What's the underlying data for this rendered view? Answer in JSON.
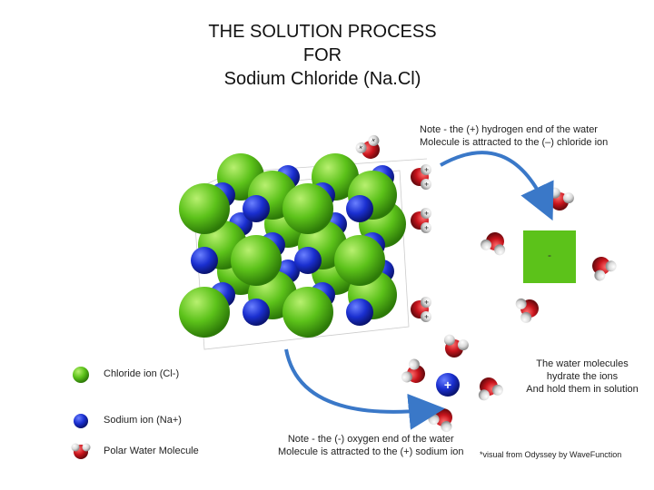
{
  "title": {
    "line1": "THE SOLUTION PROCESS",
    "line2": "FOR",
    "line3": "Sodium Chloride (Na.Cl)"
  },
  "notes": {
    "top_line1": "Note - the (+) hydrogen end of the water",
    "top_line2": "Molecule is attracted to the (–) chloride ion",
    "bottom_line1": "Note - the (-) oxygen end of the water",
    "bottom_line2": "Molecule is attracted to the (+) sodium ion",
    "hydrate_line1": "The water molecules",
    "hydrate_line2": "hydrate the ions",
    "hydrate_line3": "And hold them in solution",
    "credit": "*visual from Odyssey by WaveFunction"
  },
  "legend": {
    "chloride": "Chloride ion (Cl-)",
    "sodium": "Sodium ion (Na+)",
    "water": "Polar Water Molecule"
  },
  "ion_labels": {
    "plus": "+",
    "minus": "-"
  },
  "colors": {
    "chloride": "#5cc21a",
    "sodium": "#1a2fd0",
    "oxygen": "#c8141c",
    "hydrogen": "#d8d8d8",
    "arrow": "#3a78c8"
  }
}
